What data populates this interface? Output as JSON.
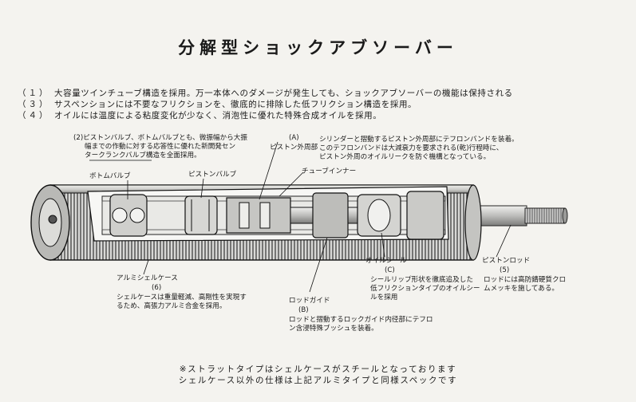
{
  "title": "分解型ショックアブソーバー",
  "features": [
    {
      "num": "（１）",
      "text": "大容量ツインチューブ構造を採用。万一本体へのダメージが発生しても、ショックアブソーバーの機能は保持される"
    },
    {
      "num": "（３）",
      "text": "サスペンションには不要なフリクションを、徹底的に排除した低フリクション構造を採用。"
    },
    {
      "num": "（４）",
      "text": "オイルには温度による粘度変化が少なく、消泡性に優れた特殊合成オイルを採用。"
    }
  ],
  "labels": {
    "valves_desc": [
      "(2)ピストンバルブ、ボトムバルブとも、微振幅から大振",
      "幅までの作動に対する応答性に優れた新開発セン",
      "タークランクバルブ構造を全面採用。"
    ],
    "bottom_valve": "ボトムバルブ",
    "piston_valve": "ピストンバルブ",
    "piston_outer_mark": "(A)",
    "piston_outer": "ピストン外周部",
    "piston_outer_desc": [
      "シリンダーと摺動するピストン外周部にテフロンバンドを装着。",
      "このテフロンバンドは大減衰力を要求される(乾)行程時に、",
      "ピストン外周のオイルリークを防ぐ機構となっている。"
    ],
    "tube_inner": "チューブインナー",
    "oil_seal": "オイルシール",
    "oil_seal_mark": "(C)",
    "oil_seal_desc": [
      "シールリップ形状を徹底追及した",
      "低フリクションタイプのオイルシー",
      "ルを採用"
    ],
    "piston_rod": "ピストンロッド",
    "piston_rod_mark": "(5)",
    "piston_rod_desc": [
      "ロッドには高防錆硬質クロ",
      "ムメッキを施してある。"
    ],
    "shell_case": "アルミシェルケース",
    "shell_case_mark": "(6)",
    "shell_case_desc": [
      "シェルケースは重量軽減、高剛性を実現す",
      "るため、高張力アルミ合金を採用。"
    ],
    "rod_guide": "ロッドガイド",
    "rod_guide_mark": "(B)",
    "rod_guide_desc": [
      "ロッドと摺動するロックガイド内径部にテフロ",
      "ン含浸特殊ブッシュを装着。"
    ]
  },
  "notes": [
    "※ストラットタイプはシェルケースがスチールとなっております",
    "シェルケース以外の仕様は上記アルミタイプと同様スペックです"
  ]
}
